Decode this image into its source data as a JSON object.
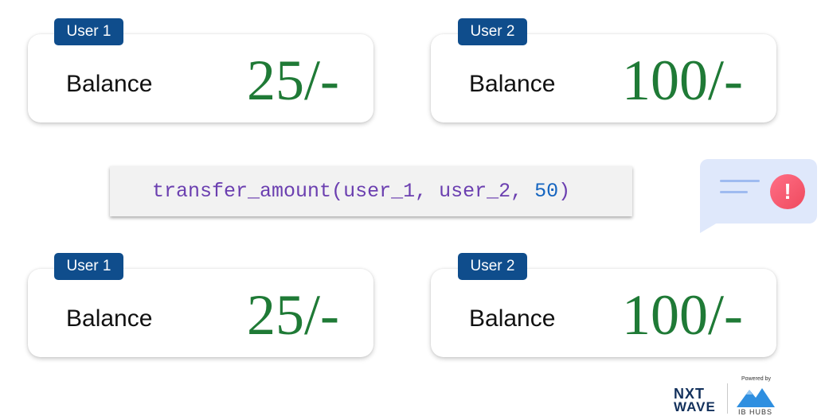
{
  "cards": [
    {
      "badge": "User 1",
      "label": "Balance",
      "amount": "25/-"
    },
    {
      "badge": "User 2",
      "label": "Balance",
      "amount": "100/-"
    },
    {
      "badge": "User 1",
      "label": "Balance",
      "amount": "25/-"
    },
    {
      "badge": "User 2",
      "label": "Balance",
      "amount": "100/-"
    }
  ],
  "code": {
    "func": "transfer_amount",
    "open_paren": "(",
    "arg1": "user_1",
    "sep1": ", ",
    "arg2": "user_2",
    "sep2": ", ",
    "arg3": "50",
    "close_paren": ")"
  },
  "colors": {
    "amount": "#1f7a36",
    "badge_bg": "#0f4d8c",
    "code_func": "#6b3fb0",
    "code_punct": "#6b3fb0",
    "code_number": "#1565c0"
  },
  "icons": {
    "alert": "!",
    "chat": "message-alert-icon"
  },
  "branding": {
    "powered_by": "Powered by",
    "nxt": "NXT",
    "wave": "WAVE",
    "ib_hubs": "IB HUBS"
  }
}
